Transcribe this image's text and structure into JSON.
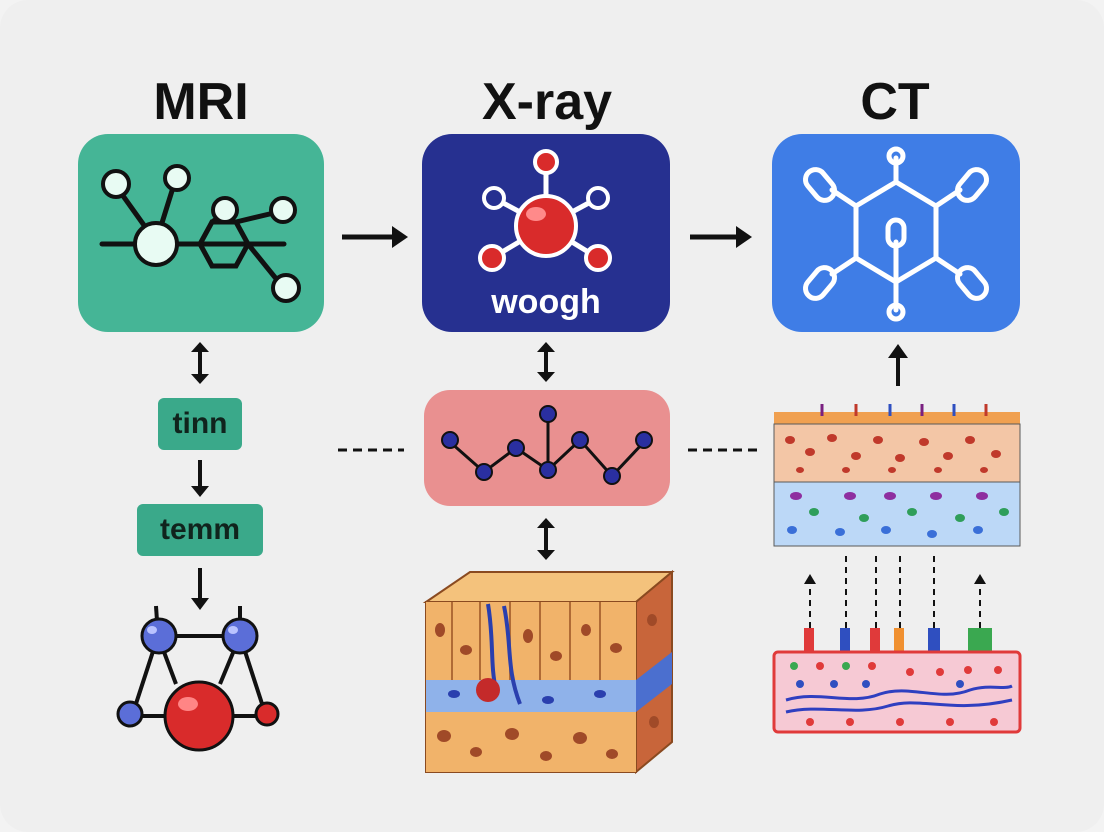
{
  "columns": {
    "mri": {
      "title": "MRI",
      "tag1": "tinn",
      "tag2": "temm"
    },
    "xray": {
      "title": "X-ray",
      "card_label": "woogh"
    },
    "ct": {
      "title": "CT"
    }
  },
  "colors": {
    "background": "#efefef",
    "mri_card": "#45b596",
    "xray_card": "#263090",
    "ct_card": "#3f7de6",
    "chain_card": "#e99090",
    "tag": "#3aa98a",
    "red_node": "#d92b2b",
    "blue_node": "#2a2fa0"
  }
}
